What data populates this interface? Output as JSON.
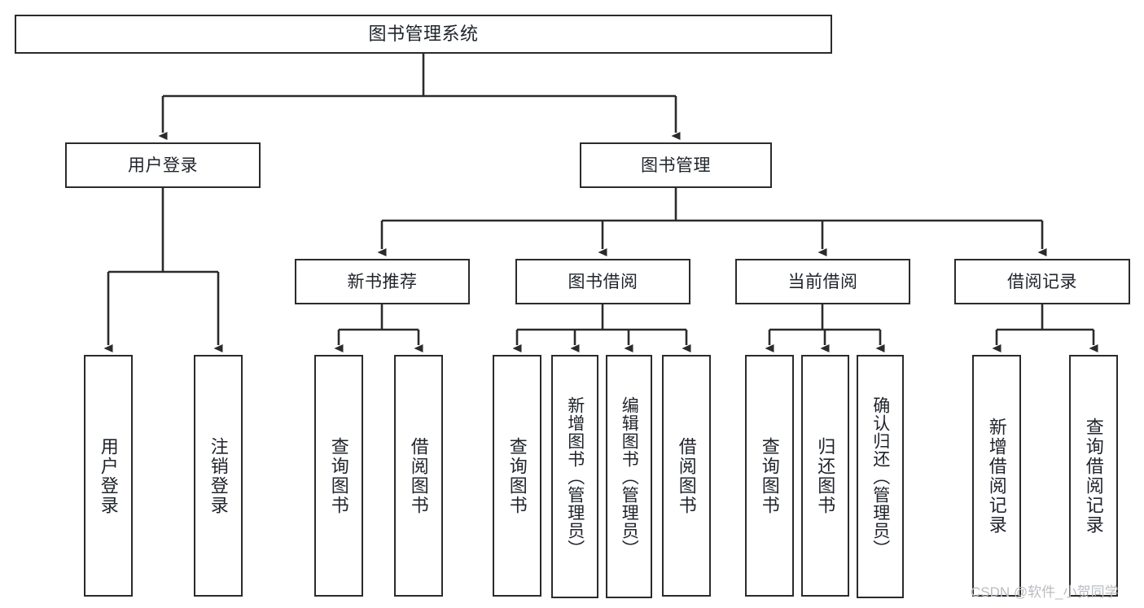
{
  "diagram": {
    "title": "图书管理系统",
    "type": "tree",
    "watermark": "CSDN @软件_小贺同学",
    "colors": {
      "box_border": "#2b2b2b",
      "box_fill": "#ffffff",
      "edge": "#2b2b2b",
      "text": "#20242b",
      "watermark": "#b9bcc1",
      "background": "#ffffff"
    },
    "root": {
      "label": "图书管理系统"
    },
    "level2": [
      {
        "label": "用户登录"
      },
      {
        "label": "图书管理"
      }
    ],
    "level3": [
      {
        "label": "新书推荐"
      },
      {
        "label": "图书借阅"
      },
      {
        "label": "当前借阅"
      },
      {
        "label": "借阅记录"
      }
    ],
    "leaves": {
      "user_login": [
        {
          "label": "用户登录"
        },
        {
          "label": "注销登录"
        }
      ],
      "new_book_recommend": [
        {
          "label": "查询图书"
        },
        {
          "label": "借阅图书"
        }
      ],
      "book_borrow": [
        {
          "label": "查询图书"
        },
        {
          "label": "新增图书（管理员）"
        },
        {
          "label": "编辑图书（管理员）"
        },
        {
          "label": "借阅图书"
        }
      ],
      "current_borrow": [
        {
          "label": "查询图书"
        },
        {
          "label": "归还图书"
        },
        {
          "label": "确认归还（管理员）"
        }
      ],
      "borrow_record": [
        {
          "label": "新增借阅记录"
        },
        {
          "label": "查询借阅记录"
        }
      ]
    }
  }
}
